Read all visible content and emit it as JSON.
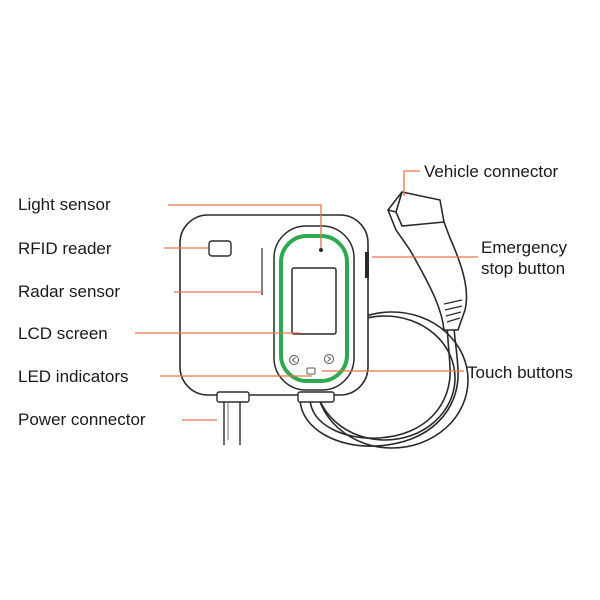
{
  "labels": {
    "light_sensor": "Light sensor",
    "rfid_reader": "RFID reader",
    "radar_sensor": "Radar sensor",
    "lcd_screen": "LCD screen",
    "led_indicators": "LED indicators",
    "power_connector": "Power connector",
    "vehicle_connector": "Vehicle connector",
    "emergency_stop_line1": "Emergency",
    "emergency_stop_line2": "stop button",
    "touch_buttons": "Touch buttons"
  },
  "colors": {
    "leader_line": "#e8744b",
    "outline": "#2a2a2a",
    "led_ring": "#2fa84f",
    "text": "#1a1a1a"
  }
}
